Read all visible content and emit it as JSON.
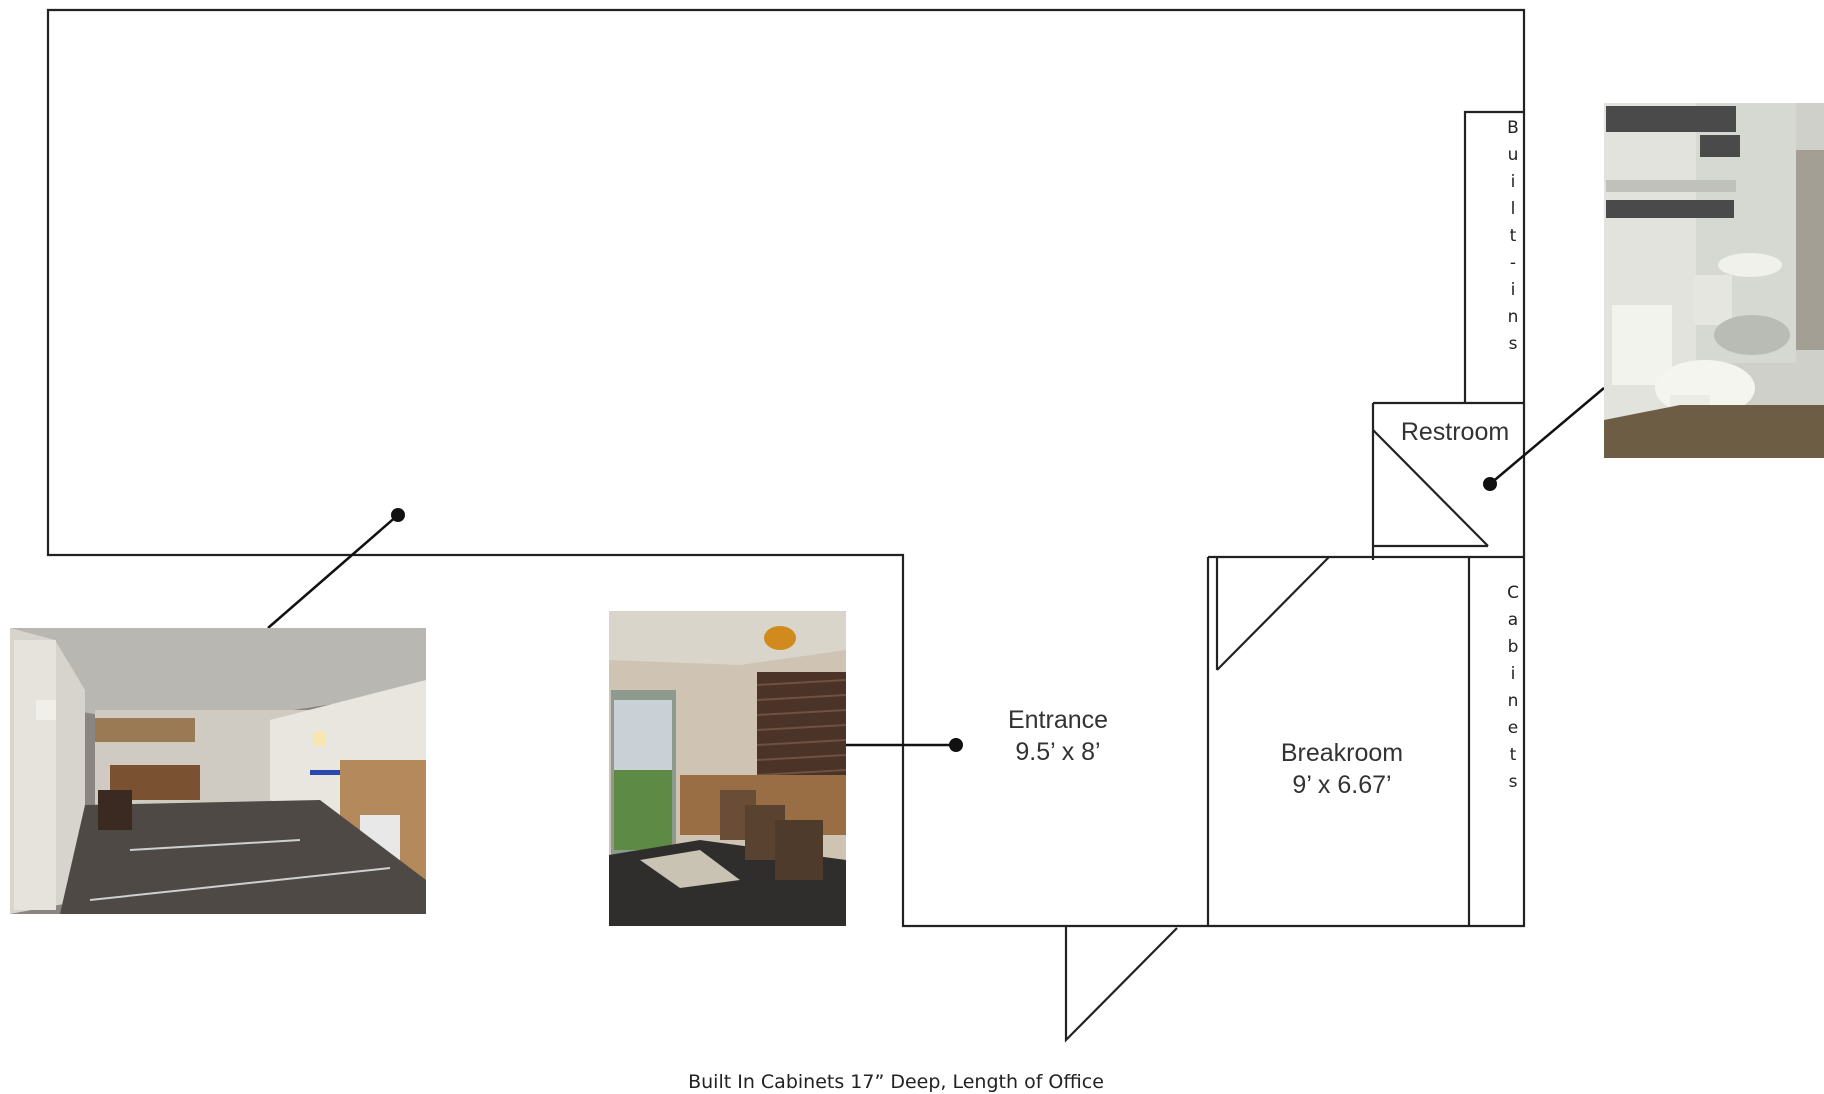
{
  "rooms": {
    "entrance": {
      "name": "Entrance",
      "size": "9.5’ x 8’"
    },
    "breakroom": {
      "name": "Breakroom",
      "size": "9’ x 6.67’"
    },
    "restroom": {
      "name": "Restroom"
    }
  },
  "side_labels": {
    "built_ins": "Built-ins",
    "cabinets": "Cabinets"
  },
  "caption": "Built In Cabinets 17” Deep, Length of Office",
  "photos": [
    {
      "id": "main-room-photo"
    },
    {
      "id": "entrance-photo"
    },
    {
      "id": "restroom-photo"
    }
  ]
}
